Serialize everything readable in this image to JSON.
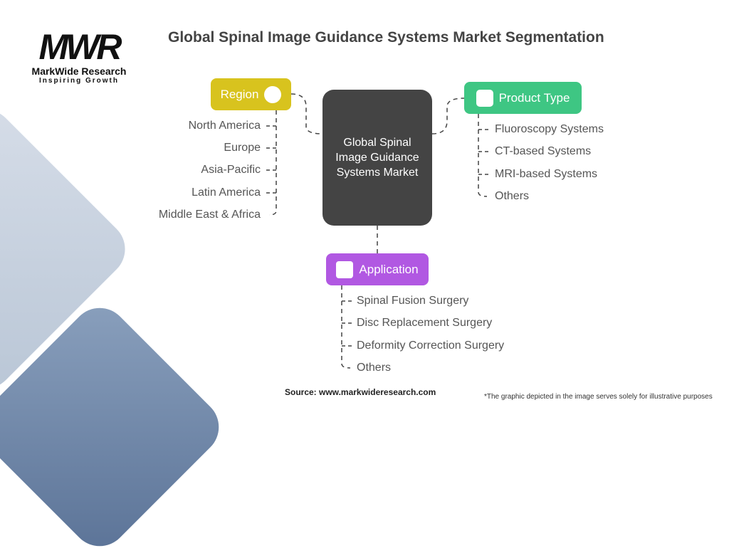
{
  "title": "Global Spinal Image Guidance Systems Market Segmentation",
  "logo": {
    "mark": "MWR",
    "name": "MarkWide Research",
    "tagline": "Inspiring Growth"
  },
  "center": "Global Spinal Image Guidance Systems Market",
  "region": {
    "label": "Region",
    "color": "#d8c31e",
    "items": [
      "North America",
      "Europe",
      "Asia-Pacific",
      "Latin America",
      "Middle East & Africa"
    ]
  },
  "product": {
    "label": "Product Type",
    "color": "#3ec683",
    "items": [
      "Fluoroscopy Systems",
      "CT-based Systems",
      "MRI-based Systems",
      "Others"
    ]
  },
  "application": {
    "label": "Application",
    "color": "#b158e2",
    "items": [
      "Spinal Fusion Surgery",
      "Disc Replacement Surgery",
      "Deformity Correction Surgery",
      "Others"
    ]
  },
  "footer": {
    "source": "Source: www.markwideresearch.com",
    "note": "*The graphic depicted in the image serves solely for illustrative purposes"
  }
}
